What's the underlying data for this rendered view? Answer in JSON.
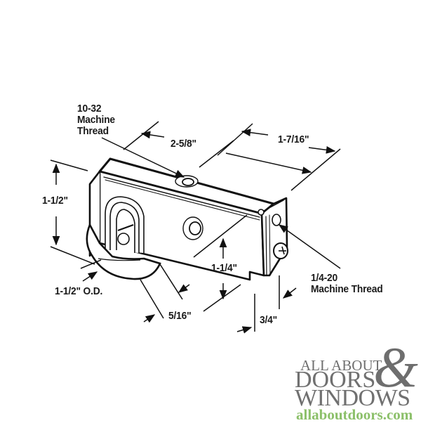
{
  "diagram": {
    "title": "Sliding door roller assembly dimension drawing",
    "labels": {
      "thread_top_line1": "10-32",
      "thread_top_line2": "Machine",
      "thread_top_line3": "Thread",
      "length_top": "2-5/8\"",
      "length_rear": "1-7/16\"",
      "height_overall": "1-1/2\"",
      "height_body": "1-1/4\"",
      "wheel_od": "1-1/2\" O.D.",
      "wheel_width": "5/16\"",
      "depth": "3/4\"",
      "thread_side_line1": "1/4-20",
      "thread_side_line2": "Machine Thread"
    },
    "colors": {
      "line": "#111111",
      "text": "#1a1a1a",
      "logo_gray": "#707070",
      "logo_green": "#8cc06a"
    }
  },
  "logo": {
    "line1": "ALL ABOUT",
    "line2": "DOORS",
    "ampersand": "&",
    "line3": "WINDOWS",
    "url": "allaboutdoors.com"
  }
}
